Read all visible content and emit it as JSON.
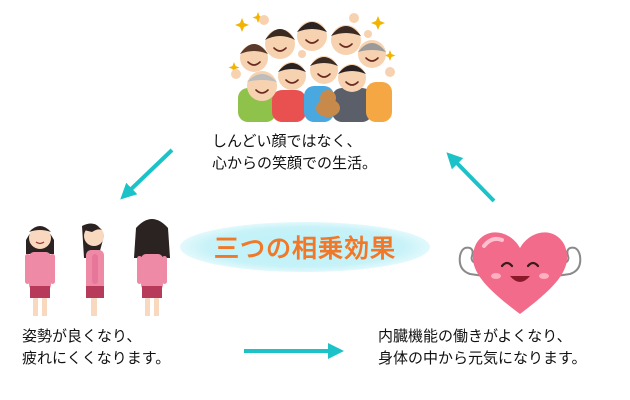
{
  "colors": {
    "arrow": "#1bc3c8",
    "title": "#f07828",
    "title_glow": "#bdf3fb",
    "heart": "#f26b8a",
    "shirt": "#ef8aa6"
  },
  "title": "三つの相乗効果",
  "captions": {
    "top": "しんどい顔ではなく、\n心からの笑顔での生活。",
    "left": "姿勢が良くなり、\n疲れにくくなります。",
    "right": "内臓機能の働きがよくなり、\n身体の中から元気になります。"
  },
  "illustrations": {
    "top": "happy-family-crowd",
    "left": "woman-posture-three-views",
    "right": "strong-heart-mascot"
  },
  "arrows": [
    {
      "from": "top",
      "to": "left"
    },
    {
      "from": "left",
      "to": "right"
    },
    {
      "from": "right",
      "to": "top"
    }
  ]
}
